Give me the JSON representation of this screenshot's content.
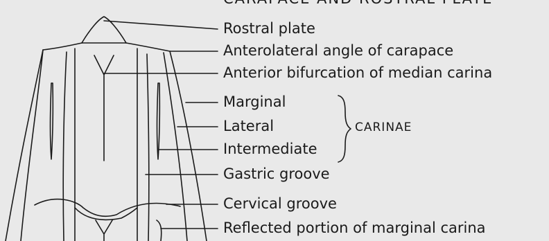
{
  "heading": "CARAPACE AND ROSTRAL PLATE",
  "labels": {
    "rostral_plate": "Rostral plate",
    "anterolateral_angle": "Anterolateral angle of carapace",
    "anterior_bifurcation": "Anterior bifurcation of median carina",
    "marginal": "Marginal",
    "lateral": "Lateral",
    "intermediate": "Intermediate",
    "gastric_groove": "Gastric  groove",
    "cervical_groove": "Cervical  groove",
    "reflected_portion": "Reflected portion of marginal carina"
  },
  "group_label": "CARINAE"
}
